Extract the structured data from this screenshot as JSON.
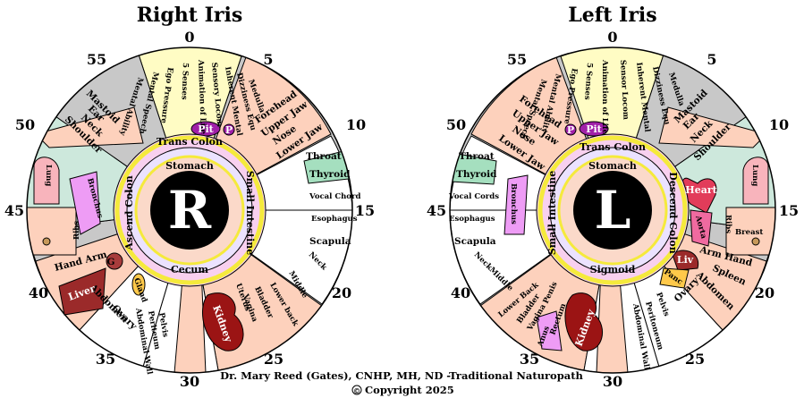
{
  "colors": {
    "yellow": "#fffcc4",
    "gray": "#c8c8c8",
    "pink": "#fdd1bc",
    "purpleBand": "#d5d5f7",
    "violet": "#ee9cf5",
    "green": "#a5dfbf",
    "white": "#ffffff",
    "ringYellow": "#f5ea3c",
    "ringPink": "#f8d0ef",
    "innerRing": "#ebe2ff",
    "pupilBg": "#fbd9c9",
    "kidneyRed": "#9b1414",
    "pituitary": "#a020a8",
    "orange": "#ffc94a"
  },
  "right": {
    "title": "Right Iris",
    "letter": "R",
    "numbers": {
      "n0": "0",
      "n5": "5",
      "n10": "10",
      "n15": "15",
      "n20": "20",
      "n25": "25",
      "n30": "30",
      "n35": "35",
      "n40": "40",
      "n45": "45",
      "n50": "50",
      "n55": "55"
    },
    "outer": {
      "mind": [
        "Medulla",
        "Dizziness Equ",
        "Inherent Mental",
        "Sensory Locom",
        "Animation of Life",
        "5 Senses",
        "Ego Pressure",
        "Mental Speech",
        "Mental Ability"
      ],
      "face": [
        "Forehead",
        "Upper Jaw",
        "Nose",
        "Lower Jaw"
      ],
      "mastoid": [
        "Mastoid",
        "Ear",
        "Neck",
        "Shoulder"
      ],
      "throat": "Throat",
      "thyroid": "Thyroid",
      "vocal": "Vocal Chord",
      "esophagus": "Esophagus",
      "scapula": "Scapula",
      "neck": "Neck",
      "middle": "Middle",
      "lowerBack": "Lower back",
      "bladder": "Bladder",
      "vagina": "Vagina",
      "uterus": "Uterus",
      "kidney": "Kidney",
      "pelvis": [
        "Pelvis",
        "Periteum",
        "Abdominal Wall"
      ],
      "ovary": "Ovary",
      "abdomen": "Abdomen",
      "gland": "Gland",
      "liver": "Liver",
      "gallbladder": "G",
      "handArm": "Hand  Arm",
      "ribs": "Ribs",
      "lung": "Lung",
      "bronchus": "Bronchus",
      "pit": "Pit",
      "pineal": "P"
    },
    "ring": {
      "top": "Trans Colon",
      "bottom": "Cecum"
    },
    "inner": {
      "top": "Stomach",
      "left": "Ascend Colon",
      "right": "Small Intestine"
    }
  },
  "left": {
    "title": "Left Iris",
    "letter": "L",
    "numbers": {
      "n0": "0",
      "n5": "5",
      "n10": "10",
      "n15": "15",
      "n20": "20",
      "n25": "25",
      "n30": "30",
      "n35": "35",
      "n40": "40",
      "n45": "45",
      "n50": "50",
      "n55": "55"
    },
    "outer": {
      "mind": [
        "Mental Speech",
        "Mental Ability",
        "Ego Pressure",
        "5 Senses",
        "Animation of Life",
        "Sensor Locom",
        "Inherent Mental",
        "Dizziness Equ",
        "Medulla"
      ],
      "face": [
        "Forehead",
        "Upper Jaw",
        "Nose",
        "Lower Jaw"
      ],
      "mastoid": [
        "Mastoid",
        "Ear",
        "Neck",
        "Shoulder"
      ],
      "throat": "Throat",
      "thyroid": "Thyroid",
      "vocal": "Vocal Cords",
      "esophagus": "Esophagus",
      "scapula": "Scapula",
      "neck": "Neck",
      "middle": "Middle",
      "lowerBack": "Lower Back",
      "bladder": "Bladder",
      "vagina": "Vagina",
      "penis": "Penis",
      "anus": "Anus",
      "rectum": "Rectum",
      "kidney": "Kidney",
      "pelvis": [
        "Pelvis",
        "Peritoneum",
        "Abdominal Wall"
      ],
      "ovary": "Ovary",
      "abdomen": "Abdomen",
      "pancreas": "Panc",
      "spleen": "Spleen",
      "liver": "Liv",
      "armHand": "Arm Hand",
      "ribs": "Ribs",
      "breast": "Breast",
      "lung": "Lung",
      "heart": "Heart",
      "aorta": "Aorta",
      "bronchus": "Bronchus",
      "pit": "Pit",
      "pineal": "P"
    },
    "ring": {
      "top": "Trans Colon",
      "bottom": "Sigmoid"
    },
    "inner": {
      "top": "Stomach",
      "left": "Small Intestine",
      "right": "Descend Colon"
    }
  },
  "credit": "Dr. Mary Reed (Gates), CNHP, MH, ND -Traditional Naturopath",
  "copyright": "Copyright 2025",
  "copyright_symbol": "©"
}
